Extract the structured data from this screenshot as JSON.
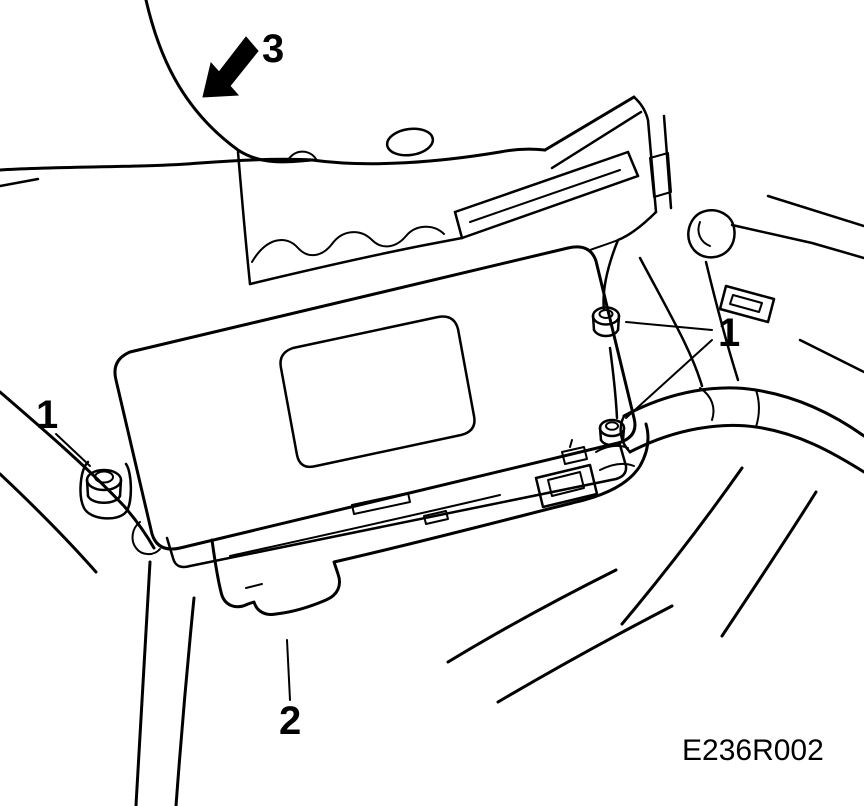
{
  "colors": {
    "line": "#000000",
    "background": "#ffffff"
  },
  "callouts": {
    "left_fastener": "1",
    "right_fasteners": "1",
    "cover_bracket": "2",
    "direction_arrow": "3"
  },
  "figure_code": "E236R002"
}
